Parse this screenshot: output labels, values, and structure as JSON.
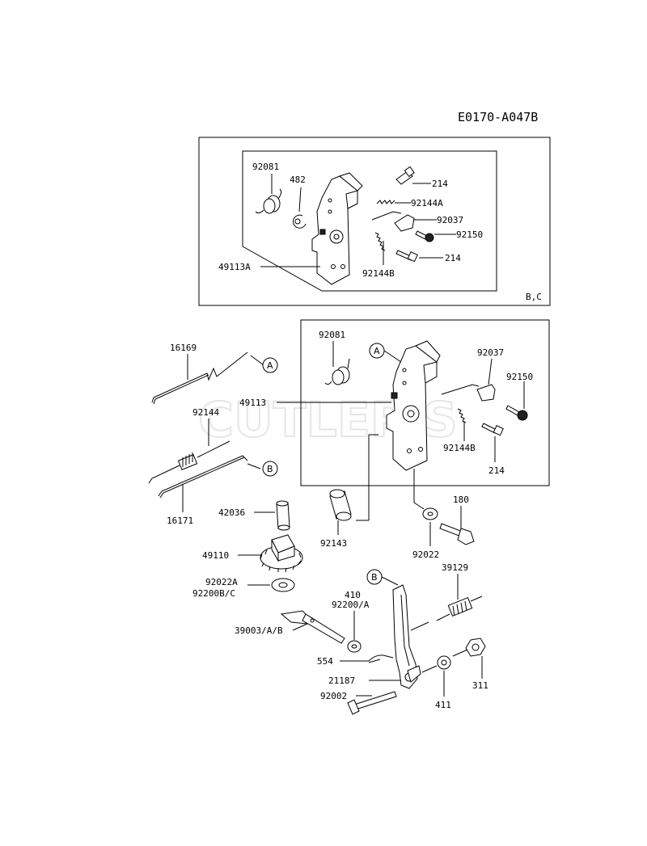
{
  "diagram_code": "E0170-A047B",
  "watermark": "CUTLER'S",
  "box_note": "B,C",
  "callouts": {
    "a": "A",
    "b": "B"
  },
  "labels": {
    "p92081_top": "92081",
    "p482": "482",
    "p214_top1": "214",
    "p92144A": "92144A",
    "p92037_top": "92037",
    "p92150_top": "92150",
    "p214_top2": "214",
    "p49113A": "49113A",
    "p92144B_top": "92144B",
    "p16169": "16169",
    "p92081_mid": "92081",
    "p92037_mid": "92037",
    "p92150_mid": "92150",
    "p49113": "49113",
    "p92144": "92144",
    "p92144B_mid": "92144B",
    "p214_mid": "214",
    "p16171": "16171",
    "p42036": "42036",
    "p180": "180",
    "p92143": "92143",
    "p92022": "92022",
    "p49110": "49110",
    "p92022A": "92022A",
    "p92200BC": "92200B/C",
    "p39129": "39129",
    "p410": "410",
    "p92200A": "92200/A",
    "p39003": "39003/A/B",
    "p554": "554",
    "p21187": "21187",
    "p92002": "92002",
    "p411": "411",
    "p311": "311"
  }
}
